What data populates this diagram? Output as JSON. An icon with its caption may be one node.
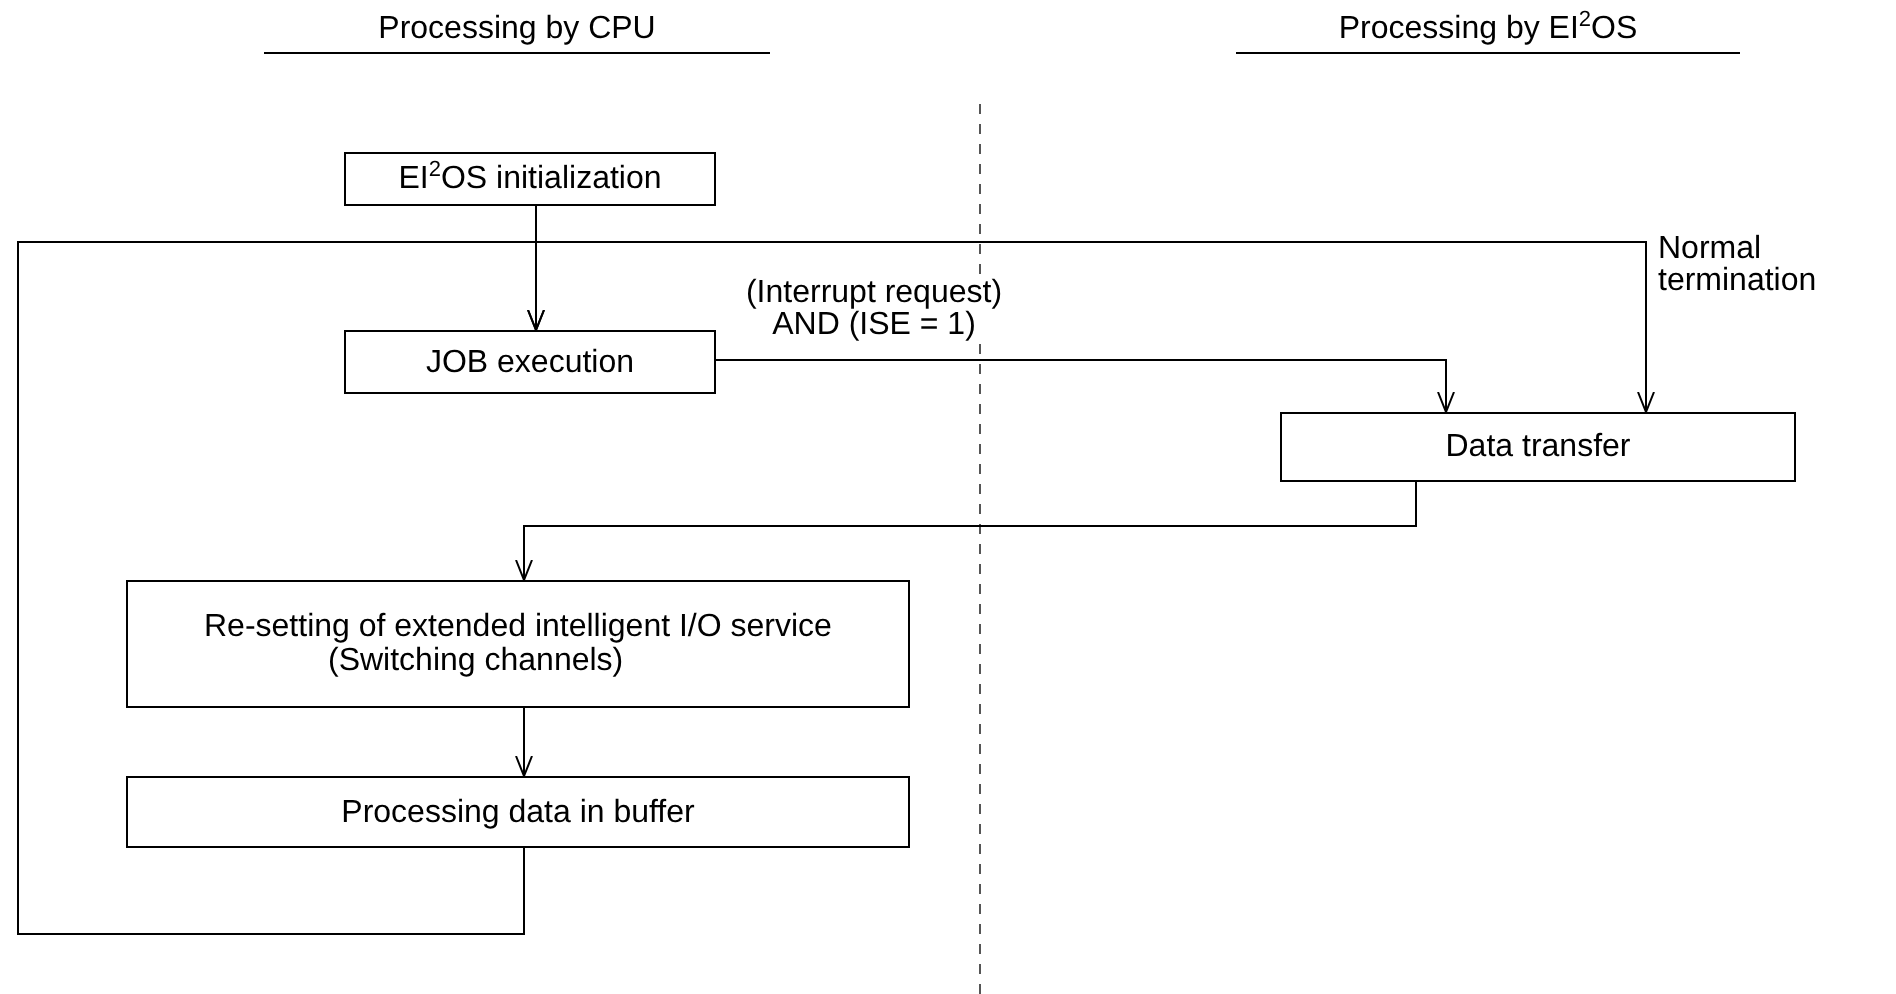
{
  "diagram": {
    "nodes": [
      {
        "text": [
          "EI$^{2}$OS initialization"
        ]
      },
      {
        "text": [
          "JOB execution"
        ]
      },
      {
        "text": [
          "Data transfer"
        ]
      },
      {
        "text": [
          "Re-setting of extended intelligent I/O service",
          "(Switching channels)"
        ]
      },
      {
        "text": [
          "Processing data in buffer"
        ]
      }
    ],
    "edges": [
      {
        "from": 0,
        "to": 1,
        "arrow": "to"
      },
      {
        "from": 4,
        "to": 1,
        "arrow": "to"
      },
      {
        "from": 4,
        "to": 2,
        "arrow": "to",
        "label": "Normal termination"
      },
      {
        "from": 1,
        "to": 2,
        "arrow": "to",
        "label": "(Interrupt request) AND (ISE = 1)"
      },
      {
        "from": 2,
        "to": 3,
        "arrow": "to"
      },
      {
        "from": 3,
        "to": 4,
        "arrow": "to"
      }
    ],
    "labels": [
      "Processing by CPU",
      "Processing by EI$^{2}$OS"
    ]
  }
}
